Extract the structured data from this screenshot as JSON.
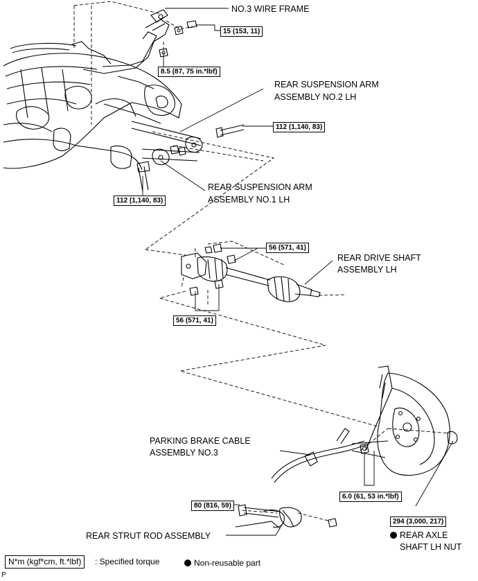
{
  "labels": {
    "wire_frame": "NO.3 WIRE FRAME",
    "arm2_line1": "REAR SUSPENSION ARM",
    "arm2_line2": "ASSEMBLY NO.2 LH",
    "arm1_line1": "REAR SUSPENSION ARM",
    "arm1_line2": "ASSEMBLY NO.1 LH",
    "drive_line1": "REAR DRIVE SHAFT",
    "drive_line2": "ASSEMBLY LH",
    "cable_line1": "PARKING BRAKE CABLE",
    "cable_line2": "ASSEMBLY NO.3",
    "strut": "REAR STRUT ROD ASSEMBLY",
    "nut_line1": "REAR AXLE",
    "nut_line2": "SHAFT LH NUT"
  },
  "torques": {
    "wire_frame_bolt": "15 (153, 11)",
    "wire_frame_nut": "8.5 (87, 75 in.*lbf)",
    "arm2_bolt": "112 (1,140, 83)",
    "arm1_bolt": "112 (1,140, 83)",
    "drive_upper": "56 (571, 41)",
    "drive_lower": "56 (571, 41)",
    "cable_bolt": "6.0 (61, 53 in.*lbf)",
    "strut_bolt": "80 (816, 59)",
    "axle_nut": "294 (3,000, 217)"
  },
  "legend": {
    "unit": "N*m (kgf*cm, ft.*lbf)",
    "torque_text": ": Specified torque",
    "nonreusable_text": "Non-reusable part"
  },
  "corner_mark": "P"
}
